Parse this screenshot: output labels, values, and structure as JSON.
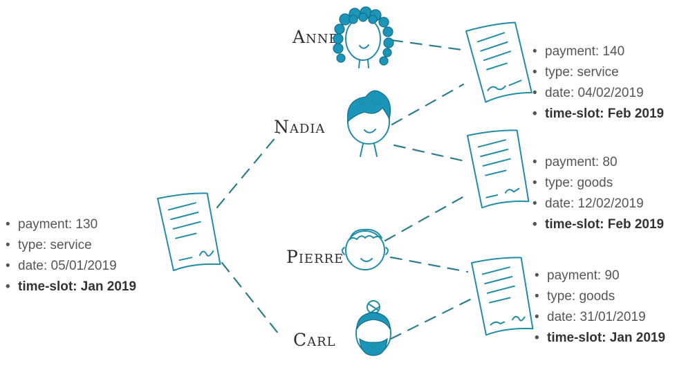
{
  "people": [
    {
      "id": "anne",
      "name": "Anne"
    },
    {
      "id": "nadia",
      "name": "Nadia"
    },
    {
      "id": "pierre",
      "name": "Pierre"
    },
    {
      "id": "carl",
      "name": "Carl"
    }
  ],
  "transactions": [
    {
      "id": "t-left",
      "payment": "payment: 130",
      "type": "type: service",
      "date": "date: 05/01/2019",
      "slot": "time-slot: Jan 2019"
    },
    {
      "id": "t-anne-nadia",
      "payment": "payment: 140",
      "type": "type: service",
      "date": "date: 04/02/2019",
      "slot": "time-slot: Feb 2019"
    },
    {
      "id": "t-nadia-pierre",
      "payment": "payment: 80",
      "type": "type: goods",
      "date": "date: 12/02/2019",
      "slot": "time-slot: Feb 2019"
    },
    {
      "id": "t-pierre-carl",
      "payment": "payment: 90",
      "type": "type: goods",
      "date": "date: 31/01/2019",
      "slot": "time-slot: Jan 2019"
    }
  ],
  "colors": {
    "ink": "#1f8ca8",
    "hair": "#1b95b8",
    "connector": "#2b7d8c",
    "text": "#555555"
  }
}
